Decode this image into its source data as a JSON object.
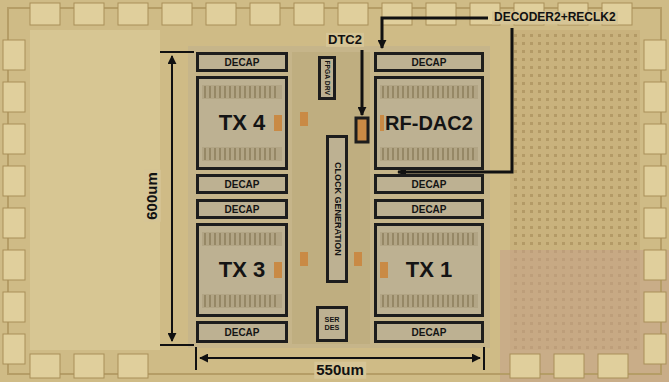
{
  "diagram": {
    "nodes": [
      {
        "text": [
          "DECAP"
        ]
      },
      {
        "text": [
          "FPGA DRV"
        ]
      },
      {
        "text": [
          "DECAP"
        ]
      },
      {
        "text": [
          "TX 4"
        ]
      },
      {
        "text": [
          "RF-DAC2"
        ]
      },
      {
        "text": [
          "CLOCK GENERATION"
        ]
      },
      {
        "text": [
          "DECAP"
        ]
      },
      {
        "text": [
          "DECAP"
        ]
      },
      {
        "text": [
          "DECAP"
        ]
      },
      {
        "text": [
          "DECAP"
        ]
      },
      {
        "text": [
          "TX 3"
        ]
      },
      {
        "text": [
          "TX 1"
        ]
      },
      {
        "text": [
          "DECAP"
        ]
      },
      {
        "text": [
          "SER DES"
        ]
      },
      {
        "text": [
          "DECAP"
        ]
      }
    ],
    "labels": [
      "DTC2",
      "DECODER2+RECLK2",
      "600um",
      "550um"
    ]
  }
}
